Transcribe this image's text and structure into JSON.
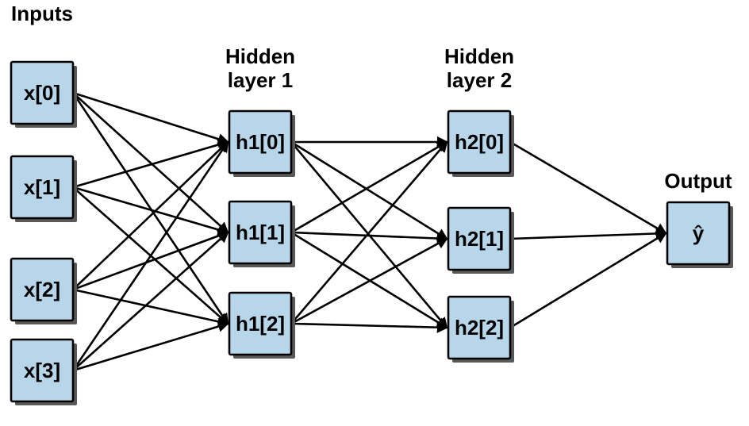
{
  "diagram": {
    "type": "neural-network",
    "connectivity": "fully-connected",
    "style": {
      "background": "#ffffff",
      "node_fill": "#b7d6e9",
      "node_stroke": "#000000",
      "shadow_color": "#595959",
      "edge_color": "#000000",
      "text_color": "#000000"
    },
    "layer_titles": [
      {
        "lines": [
          "Inputs"
        ]
      },
      {
        "lines": [
          "Hidden",
          "layer 1"
        ]
      },
      {
        "lines": [
          "Hidden",
          "layer 2"
        ]
      },
      {
        "lines": [
          "Output"
        ]
      }
    ],
    "layers": [
      {
        "id": "inputs",
        "nodes": [
          "x[0]",
          "x[1]",
          "x[2]",
          "x[3]"
        ]
      },
      {
        "id": "hidden1",
        "nodes": [
          "h1[0]",
          "h1[1]",
          "h1[2]"
        ]
      },
      {
        "id": "hidden2",
        "nodes": [
          "h2[0]",
          "h2[1]",
          "h2[2]"
        ]
      },
      {
        "id": "output",
        "nodes": [
          "ŷ"
        ]
      }
    ]
  }
}
